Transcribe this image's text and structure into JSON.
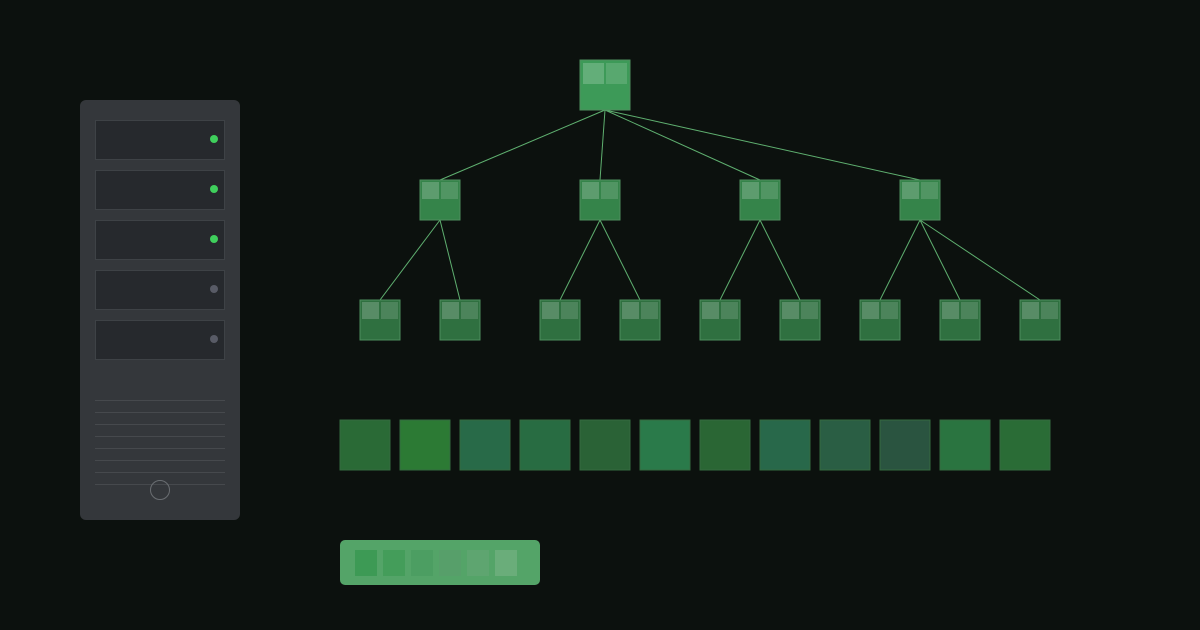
{
  "server": {
    "bay_leds": [
      "#3fcf5c",
      "#3fcf5c",
      "#3fcf5c",
      "#585b66",
      "#585b66"
    ]
  },
  "tree": {
    "root_color": "#3d9a58",
    "mid_color": "#35844a",
    "leaf_color": "#2f7040",
    "link_color": "#5fb070",
    "mid_children_counts": [
      2,
      2,
      2,
      3
    ]
  },
  "row_blocks": {
    "colors": [
      "#2a6a36",
      "#2c7a34",
      "#286a48",
      "#286c42",
      "#2a6236",
      "#2a7a4a",
      "#2a6634",
      "#28684a",
      "#2a5e44",
      "#2a5440",
      "#2a7440",
      "#2a6c36"
    ]
  },
  "strip": {
    "cell_colors": [
      "#3d9a55",
      "#449d5a",
      "#4c9e62",
      "#579f6a",
      "#5ea570",
      "#6aad7a"
    ]
  }
}
